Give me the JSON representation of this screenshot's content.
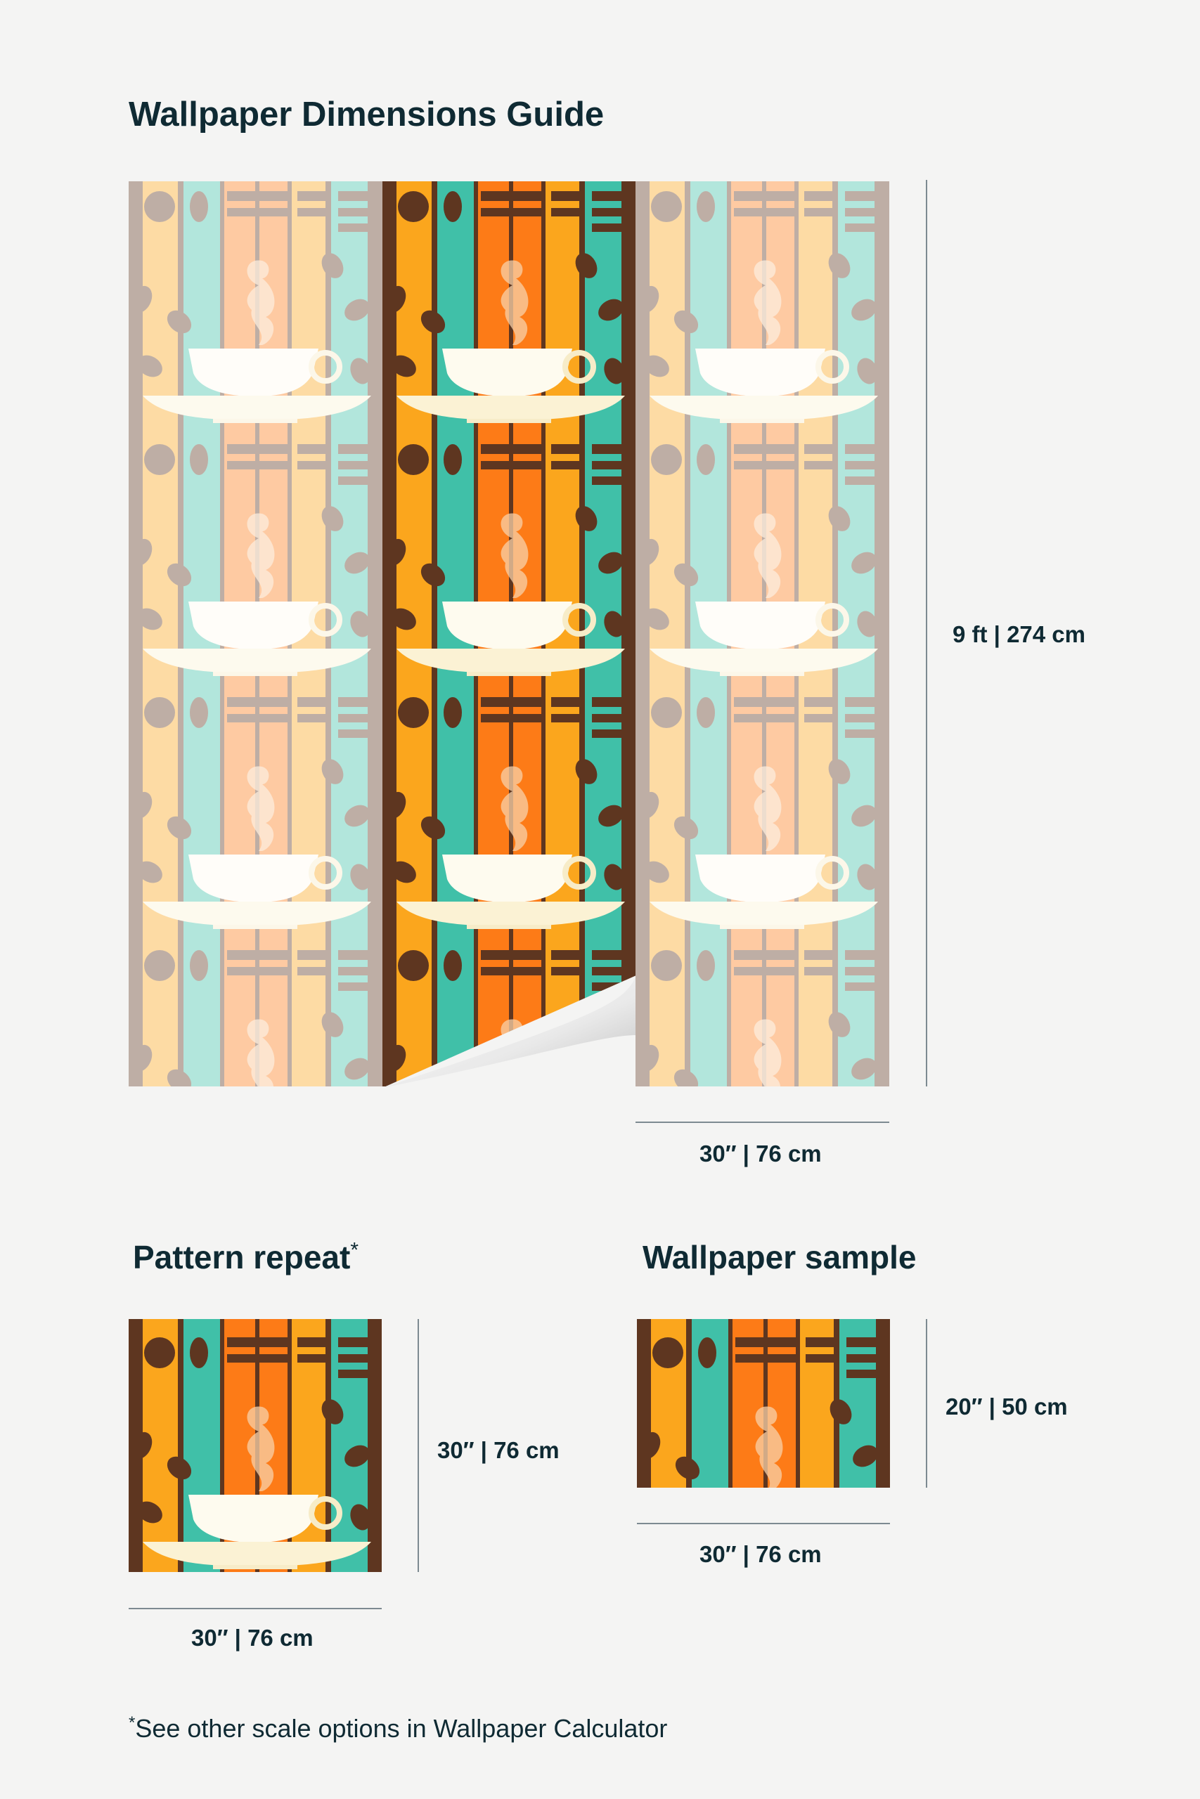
{
  "title": "Wallpaper Dimensions Guide",
  "roll": {
    "height_label": "9 ft | 274 cm",
    "width_label": "30″ | 76 cm"
  },
  "pattern_repeat": {
    "heading": "Pattern repeat",
    "asterisk": "*",
    "height_label": "30″ | 76 cm",
    "width_label": "30″ | 76 cm"
  },
  "sample": {
    "heading": "Wallpaper sample",
    "height_label": "20″ | 50 cm",
    "width_label": "30″ | 76 cm"
  },
  "footnote": {
    "asterisk": "*",
    "text": "See other scale options in Wallpaper Calculator"
  },
  "colors": {
    "brown": "#5e3620",
    "orange": "#fba61d",
    "teal": "#40c0a8",
    "deep_orange": "#fd7b17",
    "cream": "#fefbef",
    "text": "#0f2a33"
  }
}
